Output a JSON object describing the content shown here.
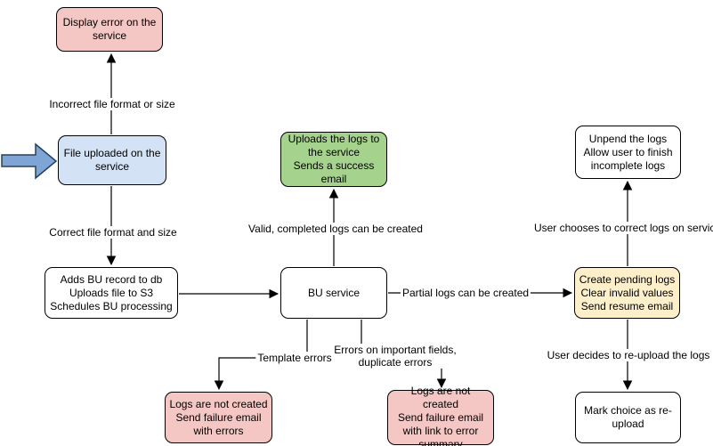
{
  "diagram": {
    "nodes": {
      "display_error": {
        "text": "Display error on the\nservice",
        "fill": "#f4c7c4"
      },
      "file_uploaded": {
        "text": "File uploaded on the\nservice",
        "fill": "#d4e2f6"
      },
      "adds_bu_record": {
        "text": "Adds BU record to db\nUploads file to S3\nSchedules BU processing",
        "fill": "#ffffff"
      },
      "bu_service": {
        "text": "BU service",
        "fill": "#ffffff"
      },
      "uploads_logs": {
        "text": "Uploads the logs to\nthe service\nSends a success\nemail",
        "fill": "#a5d28c"
      },
      "unpend_logs": {
        "text": "Unpend the logs\nAllow user to finish\nincomplete logs",
        "fill": "#ffffff"
      },
      "create_pending_logs": {
        "text": "Create pending logs\nClear invalid values\nSend resume email",
        "fill": "#fcefc9"
      },
      "mark_reupload": {
        "text": "Mark choice as re-\nupload",
        "fill": "#ffffff"
      },
      "logs_failure_errors": {
        "text": "Logs are not created\nSend failure email\nwith errors",
        "fill": "#f4c7c4"
      },
      "logs_failure_summary": {
        "text": "Logs are not created\nSend failure email\nwith link to error\nsummary",
        "fill": "#f4c7c4"
      }
    },
    "edge_labels": {
      "incorrect_file": "Incorrect file format or size",
      "correct_file": "Correct file format and size",
      "valid_logs": "Valid, completed logs can be created",
      "partial_logs": "Partial logs can be created",
      "user_chooses": "User chooses to correct logs on service",
      "user_decides": "User decides to re-upload the logs",
      "template_errors": "Template errors",
      "errors_fields": "Errors on important fields,\nduplicate errors"
    },
    "colors": {
      "node_stroke": "#000000",
      "edge_stroke": "#000000",
      "block_arrow_fill": "#7fa4d6",
      "block_arrow_stroke": "#23415f",
      "pink": "#f4c7c4",
      "blue": "#d4e2f6",
      "green": "#a5d28c",
      "yellow": "#fcefc9"
    }
  }
}
